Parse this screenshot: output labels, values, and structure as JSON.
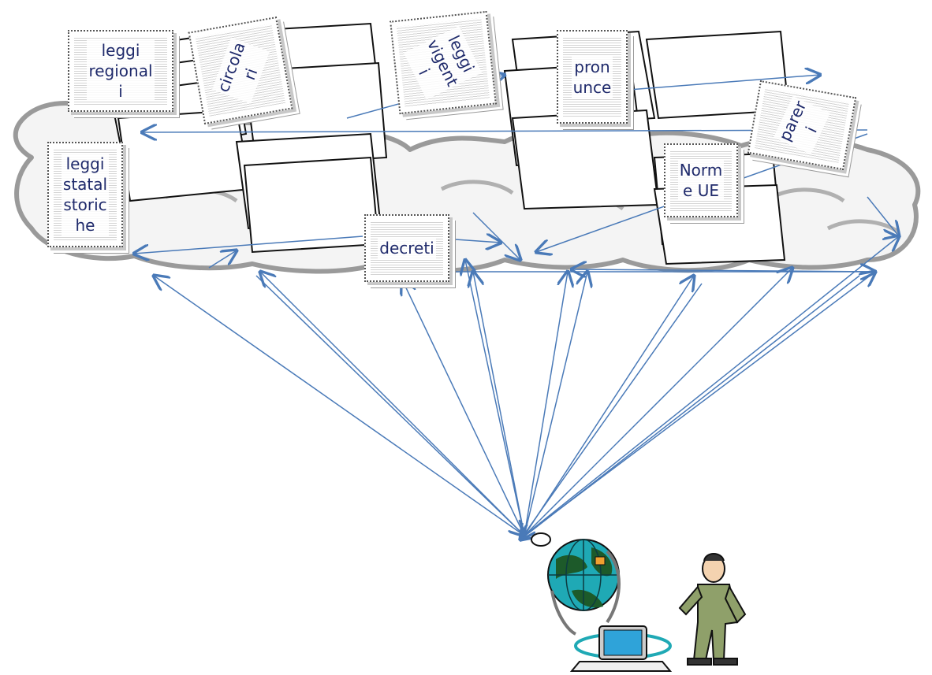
{
  "labels": {
    "leggi_regionali": "leggi\nregional\ni",
    "circolari": "circola\nri",
    "leggi_vigenti": "leggi\nvigent\ni",
    "pronunce": "pron\nunce",
    "pareri": "parer\ni",
    "leggi_statali_storiche": "leggi\nstatal\nstoric\nhe",
    "norme_ue": "Norm\ne UE",
    "decreti": "decreti"
  },
  "colors": {
    "arrow": "#4a7ab8",
    "label_text": "#1f2a6b",
    "cloud_stroke": "#9a9a9a",
    "globe_water": "#1fa9b5",
    "globe_land": "#1d5a2a",
    "monitor": "#2fa3d9",
    "man_suit": "#8fa06a"
  },
  "icons": [
    "paper-stack-icon",
    "globe-icon",
    "computer-icon",
    "man-icon",
    "arrow-icon"
  ]
}
